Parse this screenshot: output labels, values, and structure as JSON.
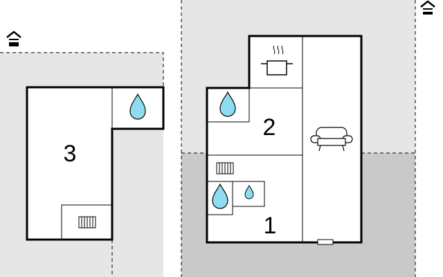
{
  "rooms": [
    {
      "number": "3"
    },
    {
      "number": "2"
    },
    {
      "number": "1"
    }
  ],
  "colors": {
    "outdoor_light": "#e6e6e6",
    "outdoor_dark": "#c9c9c9",
    "water": "#8fdcf0",
    "wall": "#000000",
    "floor": "#ffffff"
  },
  "icons": [
    "house-entrance-icon",
    "water-drop-icon",
    "cooking-pot-icon",
    "sofa-icon",
    "radiator-icon",
    "window-icon"
  ]
}
